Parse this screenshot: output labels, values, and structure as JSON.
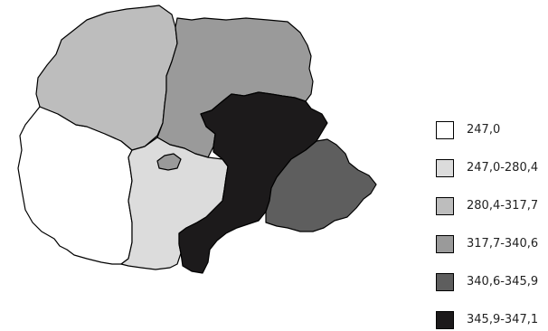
{
  "legend": {
    "items": [
      {
        "label": "247,0",
        "color": "#ffffff"
      },
      {
        "label": "247,0-280,4",
        "color": "#dcdcdc"
      },
      {
        "label": "280,4-317,7",
        "color": "#bdbdbd"
      },
      {
        "label": "317,7-340,6",
        "color": "#9a9a9a"
      },
      {
        "label": "340,6-345,9",
        "color": "#5e5e5e"
      },
      {
        "label": "345,9-347,1",
        "color": "#1c1a1b"
      }
    ]
  }
}
